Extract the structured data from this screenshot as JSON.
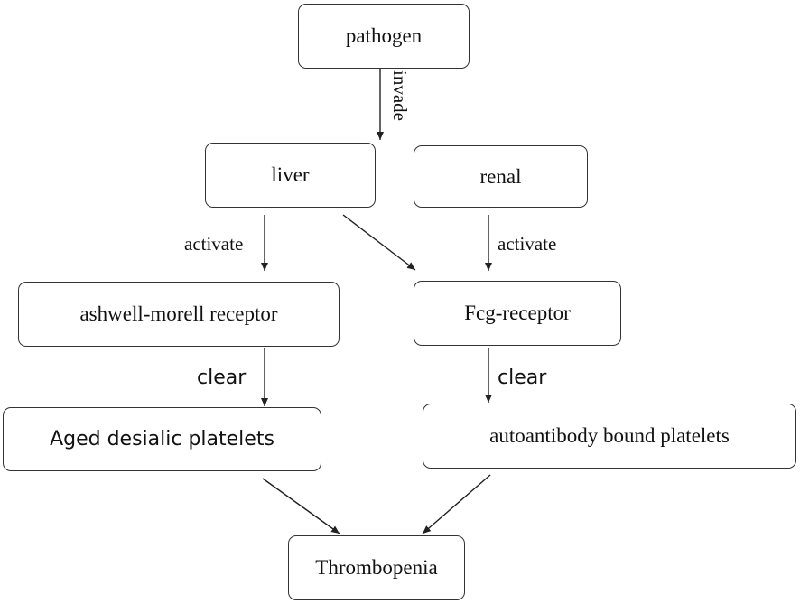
{
  "nodes": {
    "pathogen": "pathogen",
    "liver": "liver",
    "renal": "renal",
    "ashwell": "ashwell-morell receptor",
    "fcg": "Fcg-receptor",
    "aged": "Aged desialic platelets",
    "autoantibody": "autoantibody bound platelets",
    "thrombopenia": "Thrombopenia"
  },
  "edge_labels": {
    "invade": "invade",
    "activate_liver": "activate",
    "activate_renal": "activate",
    "clear_left": "clear",
    "clear_right": "clear"
  },
  "colors": {
    "stroke": "#333333",
    "text": "#111111"
  }
}
